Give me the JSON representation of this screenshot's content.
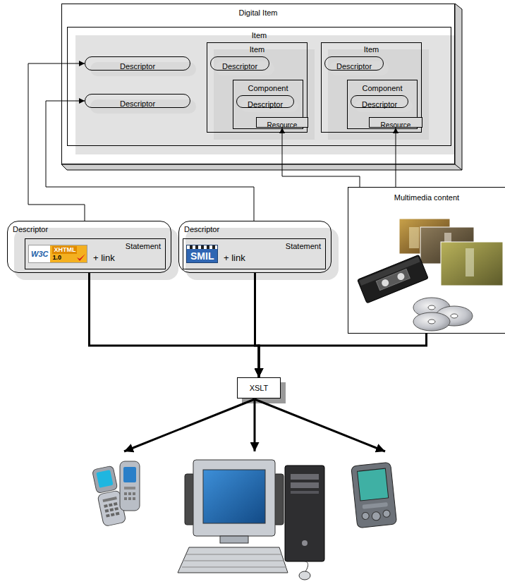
{
  "diagram": {
    "nodes": [
      {
        "text": [
          "Digital Item"
        ]
      },
      {
        "text": [
          "Item"
        ],
        "in": 0
      },
      {
        "text": [
          "Descriptor"
        ],
        "in": 1
      },
      {
        "text": [
          "Descriptor"
        ],
        "in": 1
      },
      {
        "text": [
          "Item"
        ],
        "in": 1
      },
      {
        "text": [
          "Descriptor"
        ],
        "in": 4
      },
      {
        "text": [
          "Component"
        ],
        "in": 4
      },
      {
        "text": [
          "Descriptor"
        ],
        "in": 6
      },
      {
        "text": [
          "Resource"
        ],
        "in": 6
      },
      {
        "text": [
          "Item"
        ],
        "in": 1
      },
      {
        "text": [
          "Descriptor"
        ],
        "in": 9
      },
      {
        "text": [
          "Component"
        ],
        "in": 9
      },
      {
        "text": [
          "Descriptor"
        ],
        "in": 11
      },
      {
        "text": [
          "Resource"
        ],
        "in": 11
      },
      {
        "text": [
          "Descriptor"
        ]
      },
      {
        "text": [
          "Statement",
          "+ link"
        ],
        "in": 14
      },
      {
        "text": [
          "Descriptor"
        ]
      },
      {
        "text": [
          "Statement",
          "+ link"
        ],
        "in": 16
      },
      {
        "text": [
          "Multimedia content"
        ]
      },
      {
        "text": [
          "XSLT"
        ]
      }
    ],
    "edges": [
      {
        "from": 14,
        "to": 2,
        "arrow": "to"
      },
      {
        "from": 16,
        "to": 3,
        "arrow": "to"
      },
      {
        "from": 18,
        "to": 8,
        "arrow": "to"
      },
      {
        "from": 18,
        "to": 13,
        "arrow": "to"
      },
      {
        "from": 14,
        "to": 19,
        "arrow": "to"
      },
      {
        "from": 16,
        "to": 19,
        "arrow": "to"
      },
      {
        "from": 18,
        "to": 19,
        "arrow": "to"
      }
    ],
    "labels": [
      "W3C",
      "XHTML",
      "1.0",
      "SMIL"
    ]
  }
}
